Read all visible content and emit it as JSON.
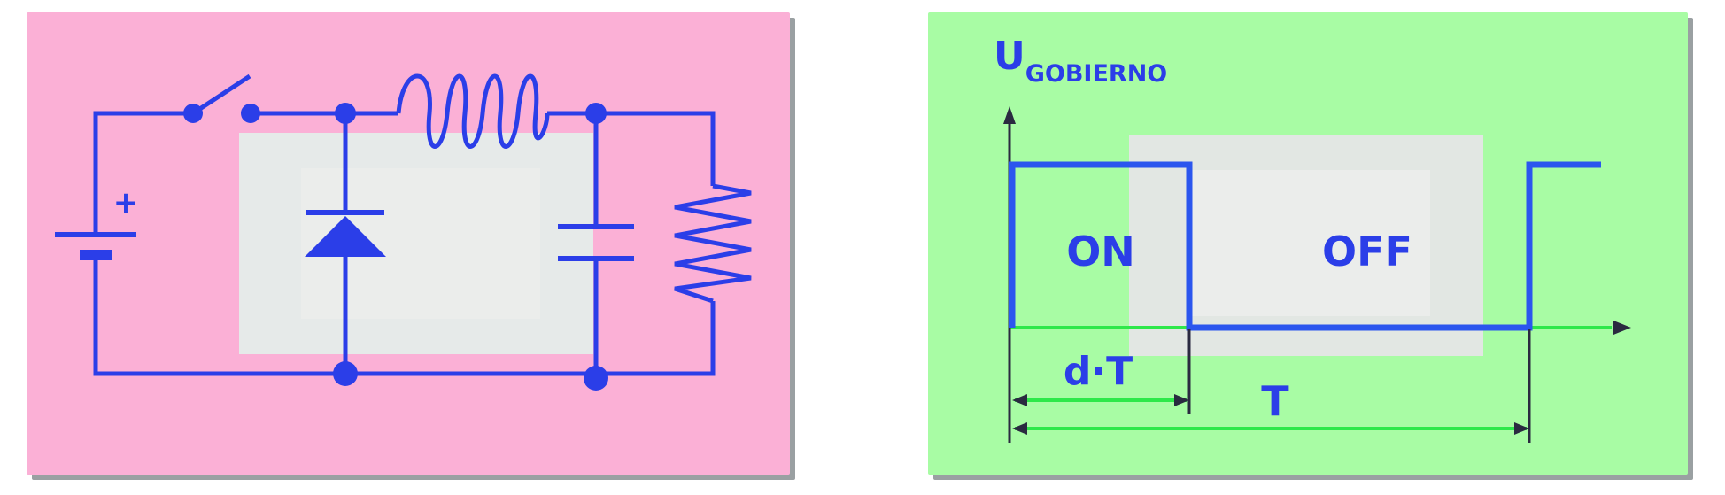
{
  "colors": {
    "left_panel_bg": "#fbb0d6",
    "right_panel_bg": "#a8fca4",
    "inner_box": "#e6eae9",
    "inner_box_right": "#e2e7e3",
    "circuit_blue": "#2b3ee8",
    "signal_blue": "#2b56ee",
    "dim_green": "#2ee84a",
    "dark_line": "#2a2a40",
    "panel_shadow": "#9aa0a2"
  },
  "circuit": {
    "battery_plus_label": "+"
  },
  "waveform": {
    "signal_label_main": "U",
    "signal_label_sub": "GOBIERNO",
    "on_label": "ON",
    "off_label": "OFF",
    "on_time_label": "d·T",
    "period_label": "T"
  }
}
